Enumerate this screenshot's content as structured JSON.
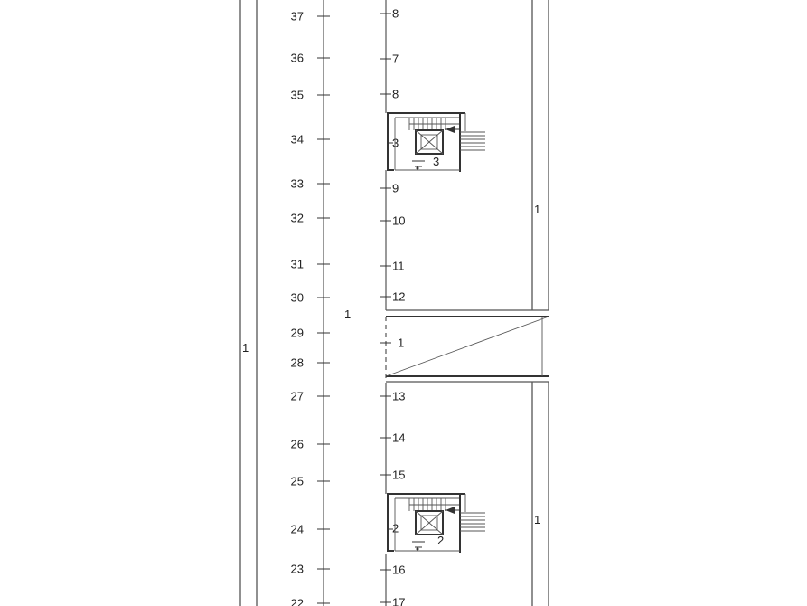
{
  "diagram": {
    "left_column_labels": [
      "37",
      "36",
      "35",
      "34",
      "33",
      "32",
      "31",
      "30",
      "29",
      "28",
      "27",
      "26",
      "25",
      "24",
      "23",
      "22"
    ],
    "right_column_labels": [
      "8",
      "7",
      "8",
      "3",
      "9",
      "10",
      "11",
      "12",
      "1",
      "13",
      "14",
      "15",
      "2",
      "16",
      "17"
    ],
    "stair_upper_label": "3",
    "stair_lower_label": "2",
    "zone_label_outer": "1",
    "zone_label_corridor": "1",
    "zone_label_upper_right": "1",
    "zone_label_lower_right": "1",
    "colors": {
      "background": "#ffffff",
      "lines": "#555555",
      "text": "#222222"
    }
  }
}
